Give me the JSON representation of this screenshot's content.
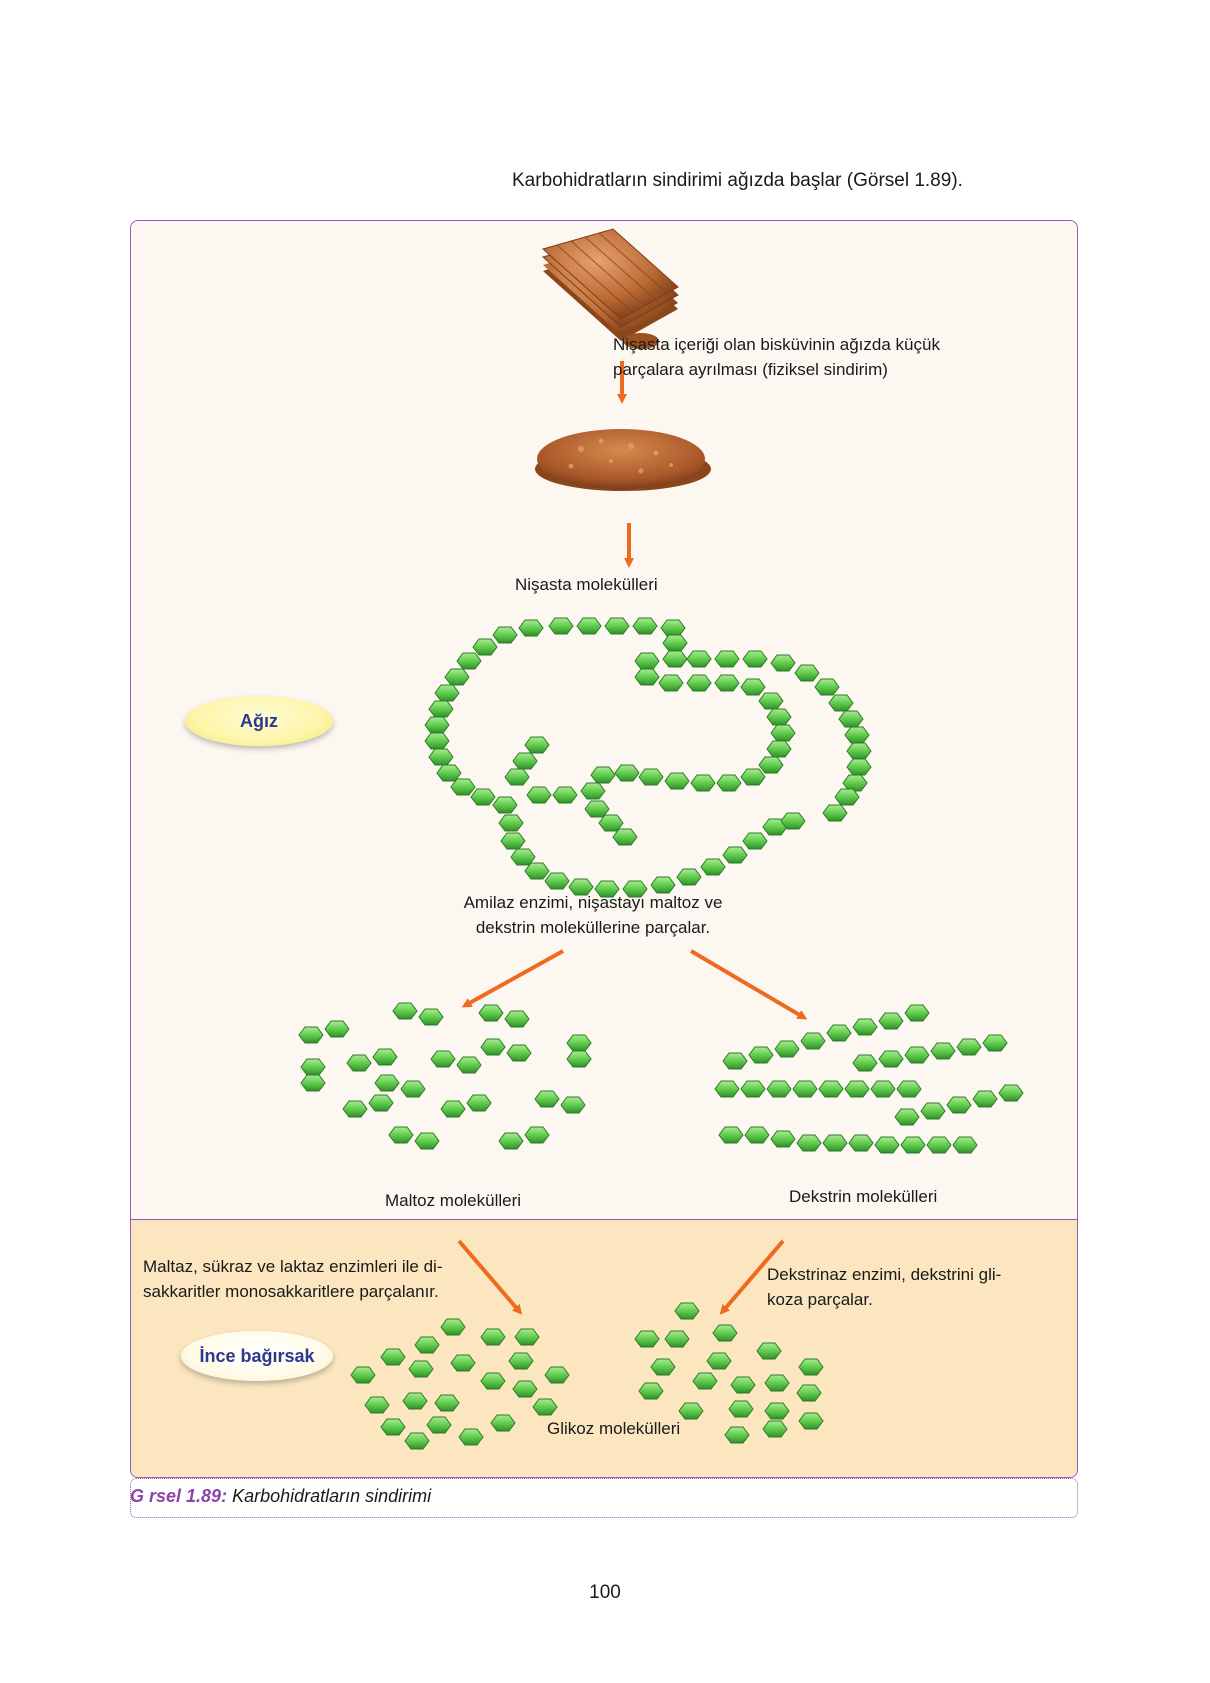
{
  "intro_text": "Karbohidratların sindirimi ağızda başlar (Görsel 1.89).",
  "step1_text_line1": "Nişasta içeriği olan bisküvinin ağızda küçük",
  "step1_text_line2": "parçalara ayrılması (fiziksel sindirim)",
  "starch_label": "Nişasta molekülleri",
  "mouth_label": "Ağız",
  "amylase_line1": "Amilaz enzimi, nişastayı maltoz ve",
  "amylase_line2": "dekstrin moleküllerine parçalar.",
  "maltose_label": "Maltoz molekülleri",
  "dextrin_label": "Dekstrin molekülleri",
  "intestine_label": "İnce bağırsak",
  "maltase_line1": "Maltaz, sükraz ve laktaz enzimleri ile di-",
  "maltase_line2": "sakkaritler monosakkaritlere parçalanır.",
  "dextrinase_line1": "Dekstrinaz enzimi, dekstrini gli-",
  "dextrinase_line2": "koza parçalar.",
  "glucose_label": "Glikoz molekülleri",
  "caption_label": "G rsel 1.89:",
  "caption_text": "Karbohidratların sindirimi",
  "page_number": "100",
  "colors": {
    "frame": "#9b59b6",
    "arrow": "#ee6a1f",
    "molecule_fill": "#5cc84a",
    "mouth_band": "#fcf8f1",
    "intestine_band": "#fbe6c0"
  }
}
